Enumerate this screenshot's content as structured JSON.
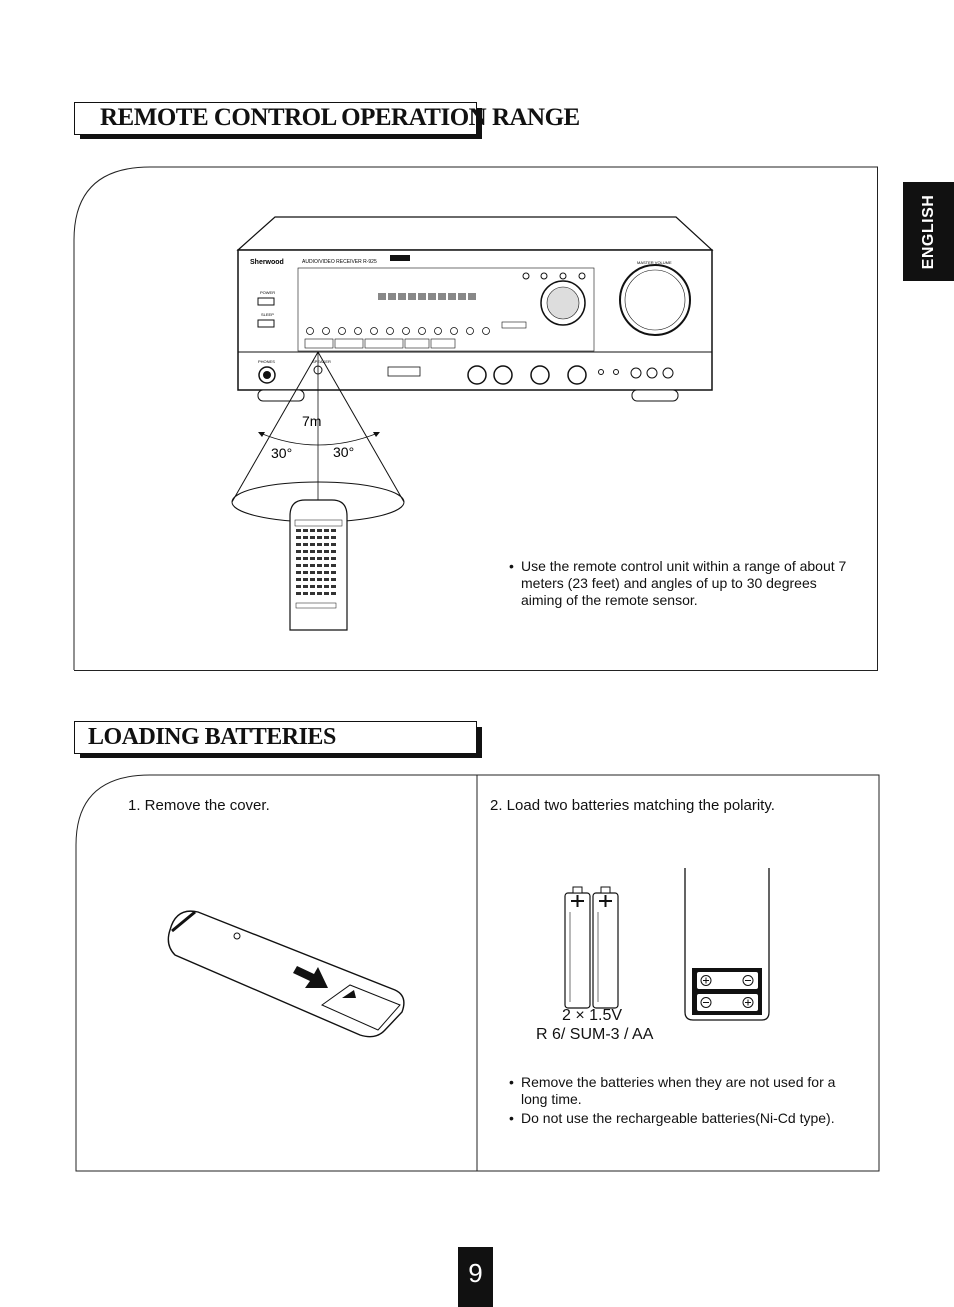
{
  "side_tab": {
    "label": "ENGLISH"
  },
  "section1": {
    "heading": "REMOTE CONTROL OPERATION RANGE",
    "range_label": "7m",
    "angle_left": "30°",
    "angle_right": "30°",
    "receiver": {
      "brand": "Sherwood",
      "model_text": "AUDIO/VIDEO RECEIVER R-925",
      "master_volume_label": "MASTER VOLUME",
      "power_label": "POWER",
      "sleep_label": "SLEEP",
      "phones_label": "PHONES",
      "speaker_label": "SPEAKER"
    },
    "bullets": [
      "Use the remote control unit within a range of about 7 meters (23 feet) and angles of up to 30 degrees aiming of the remote sensor."
    ]
  },
  "section2": {
    "heading": "LOADING BATTERIES",
    "step1": "1. Remove the cover.",
    "step2": "2. Load two batteries matching the polarity.",
    "battery_spec_line1": "2 × 1.5V",
    "battery_spec_line2": "R 6/ SUM-3 / AA",
    "bullets": [
      "Remove the batteries when they are not used for a long time.",
      "Do not use the rechargeable batteries(Ni-Cd type)."
    ]
  },
  "page_number": "9"
}
